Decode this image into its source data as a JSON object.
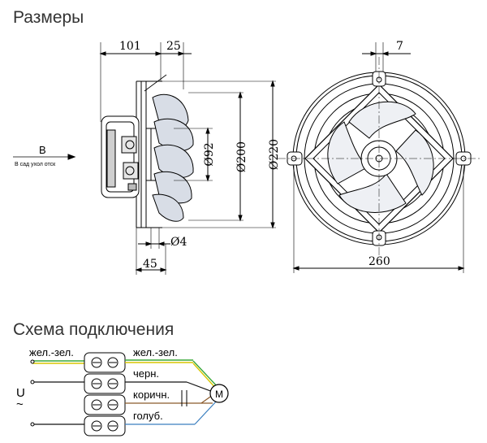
{
  "headings": {
    "dimensions": "Размеры",
    "wiring": "Схема подключения"
  },
  "side_view": {
    "dim_101": "101",
    "dim_25": "25",
    "dim_d92": "Ø92",
    "dim_d200": "Ø200",
    "dim_d220": "Ø220",
    "dim_d4": "Ø4",
    "dim_45": "45",
    "arrow_label": "B",
    "arrow_caption": "В сад ухол отск"
  },
  "front_view": {
    "dim_7": "7",
    "dim_260": "260"
  },
  "wiring": {
    "supply_label": "U",
    "supply_symbol": "~",
    "motor_label": "M",
    "left_terminal_label": "жел.-зел.",
    "right_labels": [
      "жел.-зел.",
      "черн.",
      "коричн.",
      "голуб."
    ]
  },
  "colors": {
    "wire_green_yellow": "#3aa83a",
    "wire_yellow": "#d9c600",
    "wire_black": "#111111",
    "wire_brown": "#8a5a2b",
    "wire_blue": "#3b7fbf",
    "line": "#000000",
    "heading": "#333333"
  }
}
